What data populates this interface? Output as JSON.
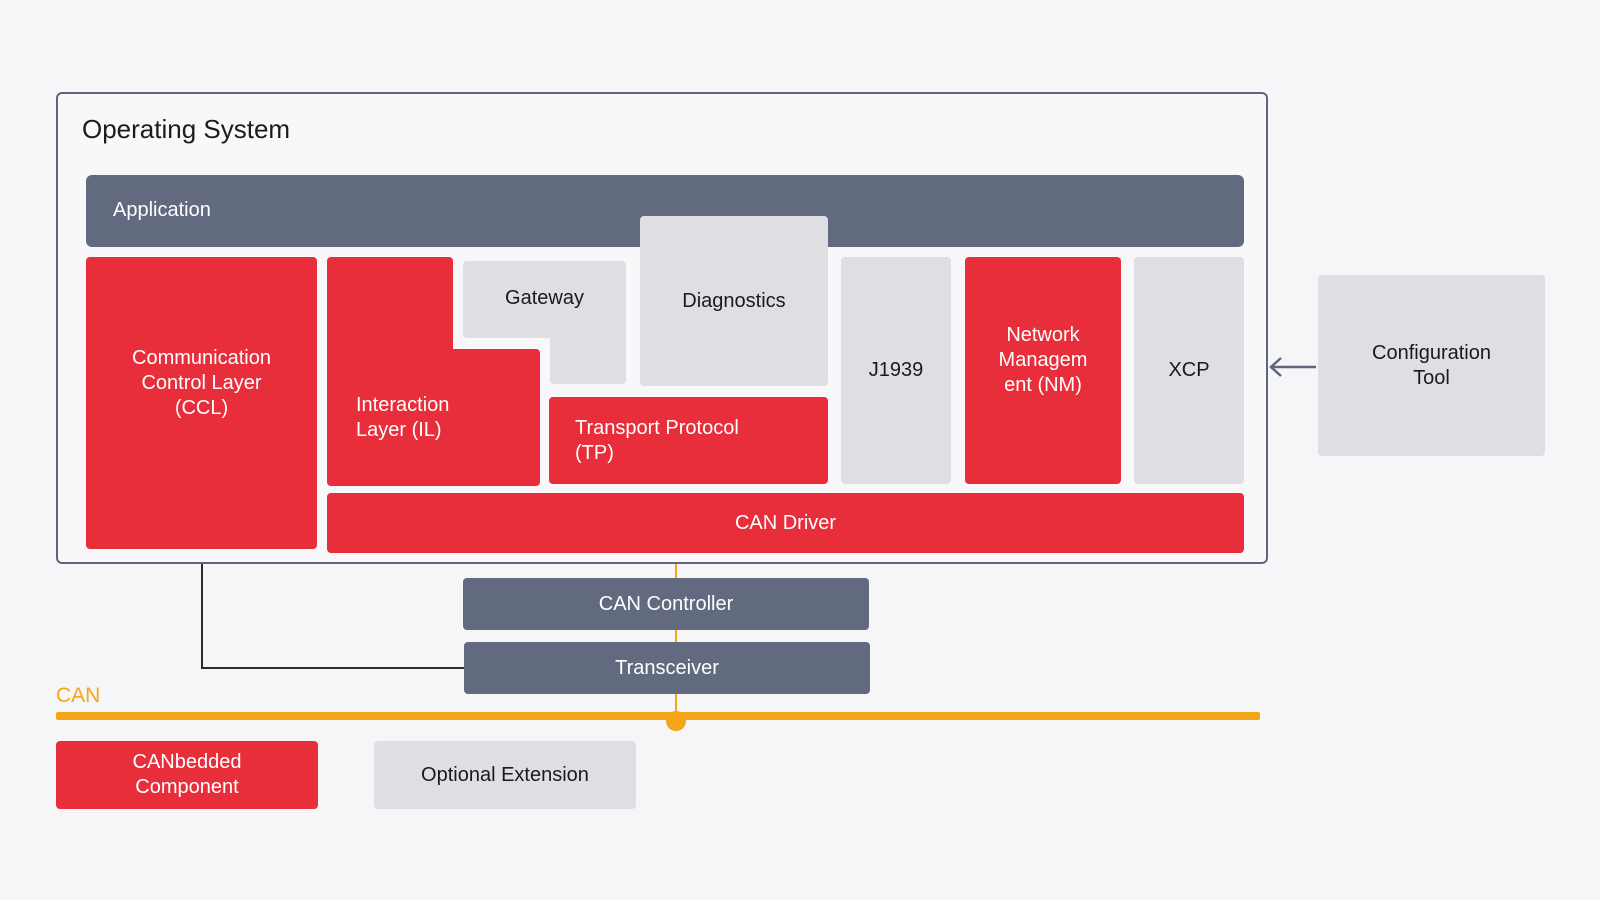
{
  "os": {
    "title": "Operating System"
  },
  "application": {
    "label": "Application"
  },
  "blocks": {
    "ccl": "Communication\nControl Layer\n(CCL)",
    "il": "Interaction\nLayer (IL)",
    "gateway": "Gateway",
    "diagnostics": "Diagnostics",
    "tp": "Transport Protocol\n(TP)",
    "j1939": "J1939",
    "nm": "Network\nManagem\nent (NM)",
    "xcp": "XCP",
    "can_driver": "CAN Driver"
  },
  "hardware": {
    "can_controller": "CAN Controller",
    "transceiver": "Transceiver"
  },
  "config_tool": {
    "label": "Configuration\nTool"
  },
  "bus": {
    "label": "CAN"
  },
  "legend": {
    "canbedded": "CANbedded\nComponent",
    "optional": "Optional Extension"
  },
  "colors": {
    "canbedded_red": "#e82e3a",
    "optional_gray": "#dfdfe3",
    "slate": "#616a7f",
    "bus_orange": "#f4a618"
  }
}
